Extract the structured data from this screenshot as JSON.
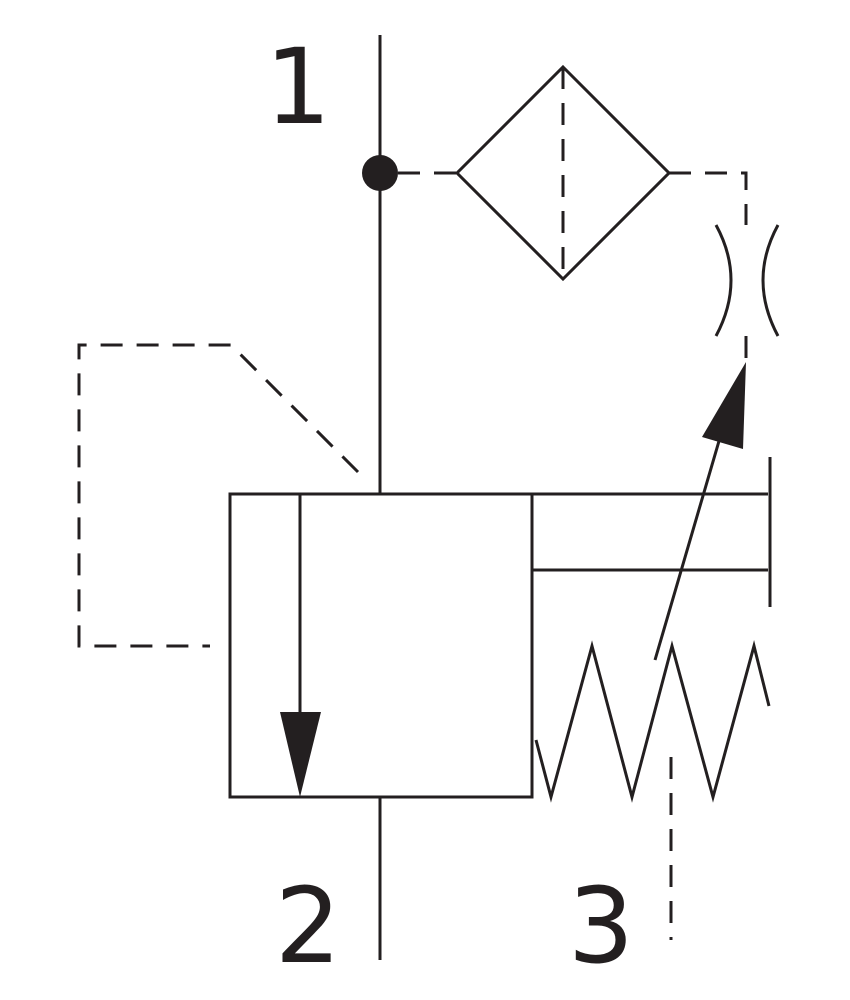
{
  "ports": {
    "port_1": "1",
    "port_2": "2",
    "port_3": "3"
  },
  "colors": {
    "line": "#231f20",
    "background": "#ffffff"
  }
}
